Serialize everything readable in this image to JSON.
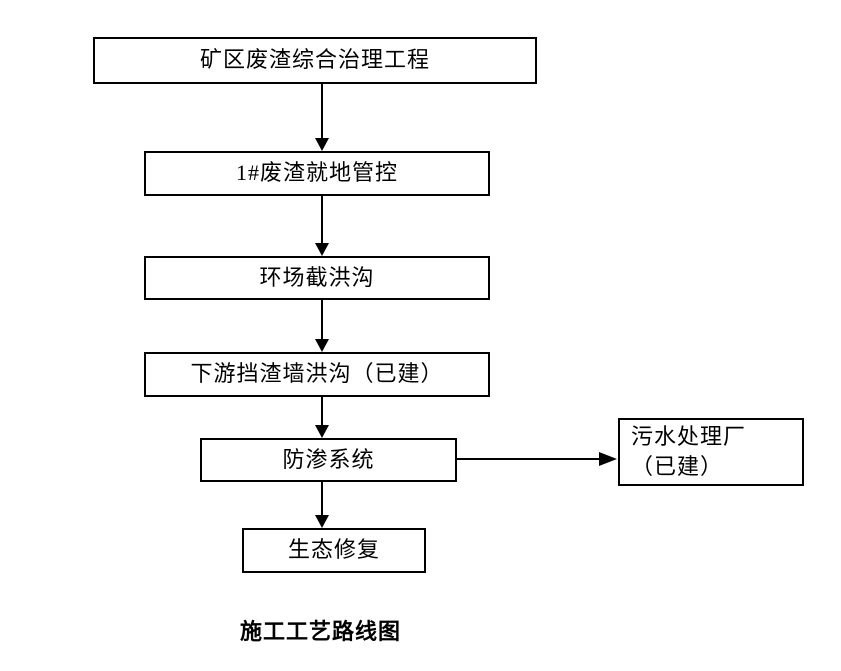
{
  "diagram": {
    "type": "flowchart",
    "caption": "施工工艺路线图",
    "colors": {
      "background": "#ffffff",
      "line": "#000000",
      "text": "#000000",
      "node_fill": "#ffffff"
    },
    "nodes": [
      {
        "id": "project",
        "label": "矿区废渣综合治理工程"
      },
      {
        "id": "waste-control",
        "label": "1#废渣就地管控"
      },
      {
        "id": "ring-ditch",
        "label": "环场截洪沟"
      },
      {
        "id": "downstream-wall",
        "label": "下游挡渣墙洪沟（已建）"
      },
      {
        "id": "anti-seepage",
        "label": "防渗系统"
      },
      {
        "id": "sewage-plant",
        "label": "污水处理厂（已建）"
      },
      {
        "id": "eco-restoration",
        "label": "生态修复"
      }
    ],
    "edges": [
      {
        "from": "project",
        "to": "waste-control",
        "direction": "down"
      },
      {
        "from": "waste-control",
        "to": "ring-ditch",
        "direction": "down"
      },
      {
        "from": "ring-ditch",
        "to": "downstream-wall",
        "direction": "down"
      },
      {
        "from": "downstream-wall",
        "to": "anti-seepage",
        "direction": "down"
      },
      {
        "from": "anti-seepage",
        "to": "sewage-plant",
        "direction": "right"
      },
      {
        "from": "anti-seepage",
        "to": "eco-restoration",
        "direction": "down"
      }
    ]
  }
}
